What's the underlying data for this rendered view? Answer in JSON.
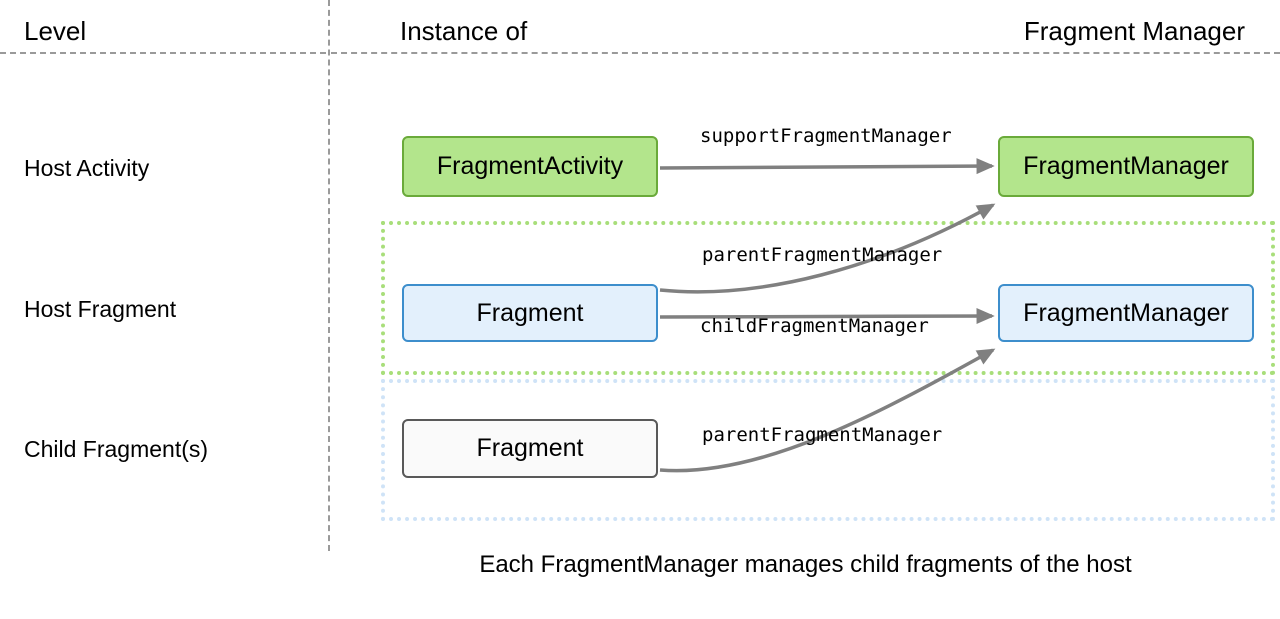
{
  "diagram": {
    "title_caption": "Each FragmentManager manages child fragments of the host",
    "columns": {
      "level": "Level",
      "instance_of": "Instance of",
      "fragment_manager": "Fragment Manager"
    },
    "rows": [
      {
        "level_label": "Host Activity",
        "instance": "FragmentActivity",
        "manager": "FragmentManager"
      },
      {
        "level_label": "Host Fragment",
        "instance": "Fragment",
        "manager": "FragmentManager"
      },
      {
        "level_label": "Child Fragment(s)",
        "instance": "Fragment",
        "manager": null
      }
    ],
    "edges": [
      {
        "label": "supportFragmentManager",
        "from": "FragmentActivity",
        "to": "FragmentManager (activity)"
      },
      {
        "label": "parentFragmentManager",
        "from": "Fragment (host)",
        "to": "FragmentManager (activity)"
      },
      {
        "label": "childFragmentManager",
        "from": "Fragment (host)",
        "to": "FragmentManager (host fragment)"
      },
      {
        "label": "parentFragmentManager",
        "from": "Fragment (child)",
        "to": "FragmentManager (host fragment)"
      }
    ],
    "regions": [
      {
        "name": "host-fragment-scope",
        "border_color": "#a8de7a"
      },
      {
        "name": "child-fragment-scope",
        "border_color": "#cfe3f7"
      }
    ],
    "colors": {
      "activity_fill": "#b3e58c",
      "activity_border": "#6aaa3a",
      "fragment_fill": "#e3f0fc",
      "fragment_border": "#3d8ecc",
      "child_fill": "#fafafa",
      "child_border": "#595959",
      "arrow": "#808080",
      "divider": "#9a9a9a"
    }
  }
}
